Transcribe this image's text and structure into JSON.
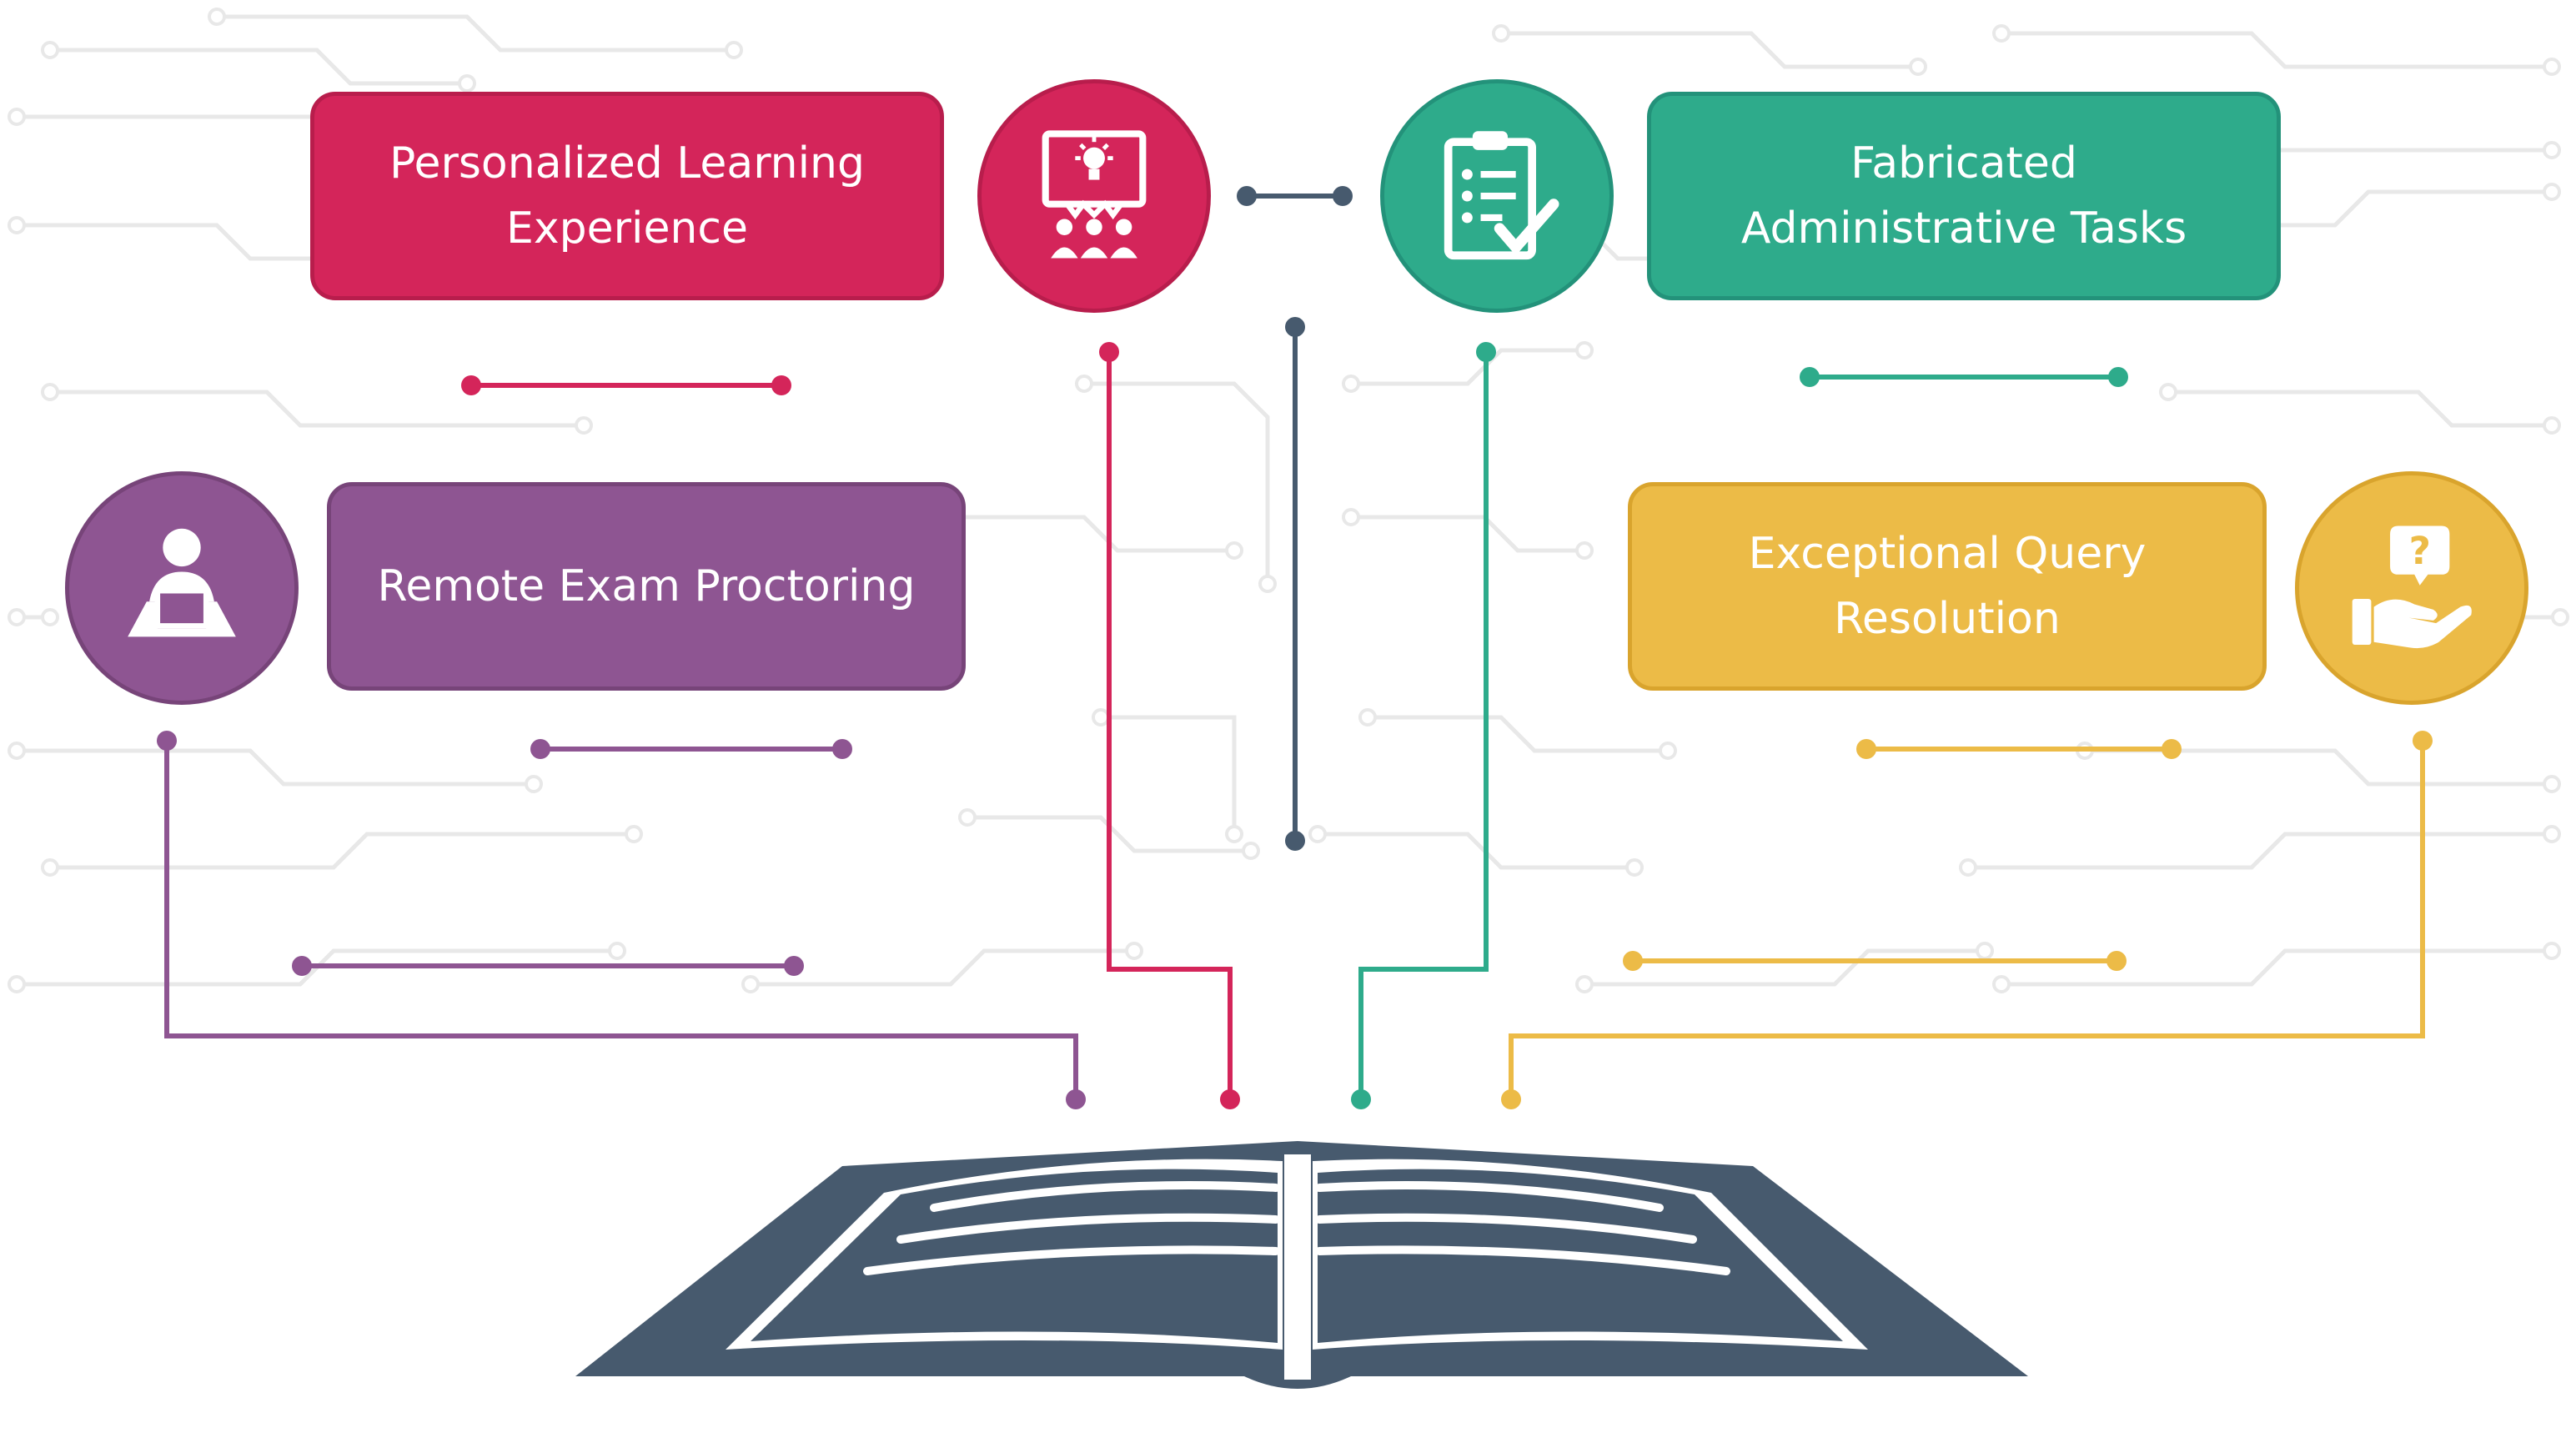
{
  "diagram": {
    "items": [
      {
        "id": "personalized",
        "label": "Personalized Learning\nExperience",
        "icon": "presentation-lightbulb-icon",
        "color": "#d4255a",
        "border": "#b81d4c"
      },
      {
        "id": "fabricated",
        "label": "Fabricated\nAdministrative Tasks",
        "icon": "clipboard-check-icon",
        "color": "#2eab8b",
        "border": "#23927a"
      },
      {
        "id": "remote",
        "label": "Remote Exam Proctoring",
        "icon": "proctor-laptop-icon",
        "color": "#8e5592",
        "border": "#774479"
      },
      {
        "id": "exceptional",
        "label": "Exceptional Query\nResolution",
        "icon": "hand-question-icon",
        "color": "#ecbb47",
        "border": "#d9a42d"
      }
    ],
    "center_icon": "open-book-icon",
    "colors": {
      "book": "#475a6e",
      "center_connector": "#475a6e",
      "circuit_background": "#e8e8e8"
    }
  }
}
